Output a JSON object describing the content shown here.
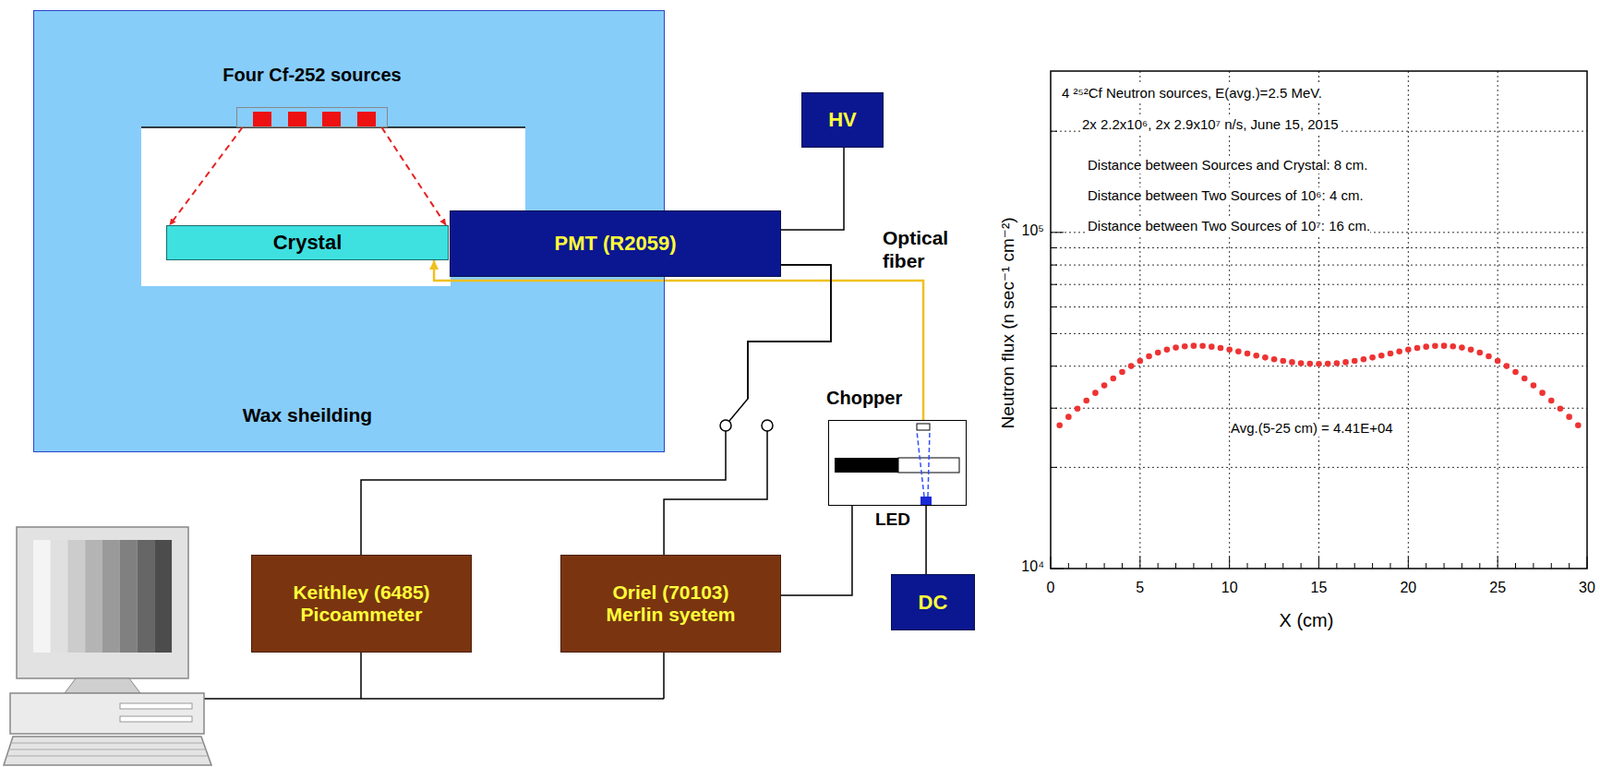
{
  "diagram": {
    "nodes": [
      {
        "text": [
          "Wax sheilding"
        ]
      },
      {
        "text": [
          "Four Cf-252 sources"
        ],
        "in": 0
      },
      {
        "text": [
          "Crystal"
        ],
        "in": 0
      },
      {
        "text": [
          "PMT (R2059)"
        ],
        "in": 0
      },
      {
        "text": [
          "HV"
        ]
      },
      {
        "text": [
          "Chopper"
        ]
      },
      {
        "text": [
          "DC"
        ]
      },
      {
        "text": [
          "Keithley (6485) Picoammeter"
        ]
      },
      {
        "text": [
          "Oriel (70103) Merlin syetem"
        ]
      }
    ],
    "edges": [
      {
        "from": 1,
        "to": 2,
        "arrow": "to"
      },
      {
        "from": 1,
        "to": 2,
        "arrow": "to"
      },
      {
        "from": 3,
        "to": 4,
        "arrow": "none"
      },
      {
        "from": 5,
        "to": 2,
        "arrow": "to"
      },
      {
        "from": 3,
        "to": 7,
        "arrow": "none"
      },
      {
        "from": 3,
        "to": 8,
        "arrow": "none"
      },
      {
        "from": 8,
        "to": 5,
        "arrow": "none"
      },
      {
        "from": 6,
        "to": 5,
        "arrow": "none"
      }
    ],
    "labels": [
      "Optical fiber",
      "LED",
      "4 ²⁵²Cf Neutron sources, E(avg.)=2.5 MeV.",
      "2x 2.2x10⁶, 2x 2.9x10⁷ n/s, June 15, 2015",
      "Distance between Sources and Crystal: 8 cm.",
      "Distance between Two Sources of 10⁶: 4 cm.",
      "Distance between Two Sources of 10⁷: 16 cm.",
      "Avg.(5-25 cm) = 4.41E+04",
      "Neutron flux (n sec⁻¹ cm⁻²)",
      "X (cm)",
      "0",
      "5",
      "10",
      "15",
      "20",
      "25",
      "30",
      "10⁴",
      "10⁵"
    ]
  }
}
